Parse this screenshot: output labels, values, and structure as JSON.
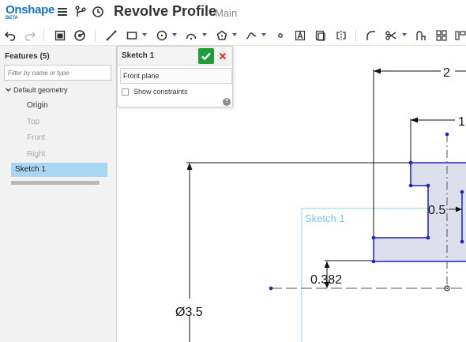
{
  "header": {
    "logo": "Onshape",
    "logo_badge": "BETA",
    "doc_title": "Revolve Profile",
    "branch": "Main"
  },
  "toolbar": {
    "icons": [
      "undo-icon",
      "redo-icon",
      "new-sketch-icon",
      "extrude-icon",
      "line-icon",
      "rectangle-icon",
      "circle-icon",
      "arc-icon",
      "polygon-icon",
      "spline-icon",
      "point-icon",
      "text-icon",
      "offset-icon",
      "mirror-icon",
      "fillet-icon",
      "trim-icon",
      "sketch-dimension-icon",
      "pattern-icon"
    ]
  },
  "features": {
    "title": "Features (5)",
    "filter_placeholder": "Filter by name or type",
    "group_label": "Default geometry",
    "items": [
      {
        "label": "Origin",
        "dimmed": false
      },
      {
        "label": "Top",
        "dimmed": true
      },
      {
        "label": "Front",
        "dimmed": true
      },
      {
        "label": "Right",
        "dimmed": true
      }
    ],
    "selected": "Sketch 1"
  },
  "dialog": {
    "title": "Sketch 1",
    "plane": "Front plane",
    "show_constraints_label": "Show constraints",
    "help": "?"
  },
  "canvas": {
    "sketch_label": "Sketch 1",
    "dimensions": {
      "top_width": "2",
      "second_width": "1",
      "diameter_3_5": "Ø3.5",
      "slot": "0.5",
      "step_height": "0.382"
    }
  },
  "colors": {
    "brand": "#1a73c8",
    "ok": "#1f9d3a",
    "cancel": "#e2302d",
    "selection": "#a9d6f2",
    "sketch_fill": "#dde0ea",
    "sketch_edge": "#1d1dcf",
    "sketch_plane": "#7cc6e8"
  }
}
